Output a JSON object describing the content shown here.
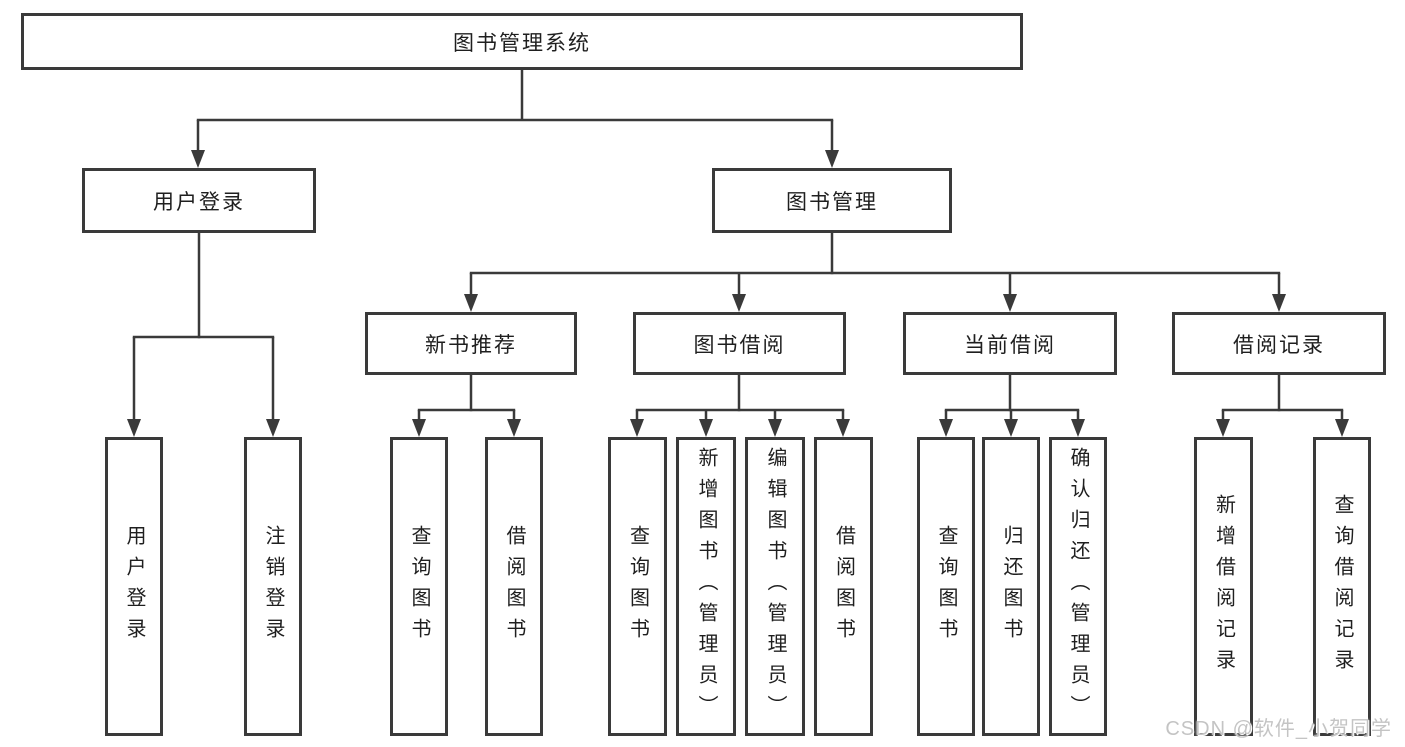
{
  "diagram_title": "图书管理系统",
  "colors": {
    "line": "#3a3a3a",
    "text": "#1f1f1f",
    "box_background": "#ffffff",
    "watermark": "#c4c4c4"
  },
  "watermark": "CSDN @软件_小贺同学",
  "nodes": {
    "root": "图书管理系统",
    "user_login": "用户登录",
    "book_mgmt": "图书管理",
    "new_book_rec": "新书推荐",
    "book_borrow": "图书借阅",
    "current_borrow": "当前借阅",
    "borrow_records": "借阅记录",
    "ul_user_login": "用户登录",
    "ul_logout": "注销登录",
    "nb_query": "查询图书",
    "nb_borrow": "借阅图书",
    "bb_query": "查询图书",
    "bb_add": "新增图书（管理员）",
    "bb_edit": "编辑图书（管理员）",
    "bb_borrow": "借阅图书",
    "cb_query": "查询图书",
    "cb_return": "归还图书",
    "cb_confirm": "确认归还（管理员）",
    "br_add": "新增借阅记录",
    "br_query": "查询借阅记录"
  },
  "hierarchy": {
    "图书管理系统": {
      "用户登录": [
        "用户登录",
        "注销登录"
      ],
      "图书管理": {
        "新书推荐": [
          "查询图书",
          "借阅图书"
        ],
        "图书借阅": [
          "查询图书",
          "新增图书（管理员）",
          "编辑图书（管理员）",
          "借阅图书"
        ],
        "当前借阅": [
          "查询图书",
          "归还图书",
          "确认归还（管理员）"
        ],
        "借阅记录": [
          "新增借阅记录",
          "查询借阅记录"
        ]
      }
    }
  }
}
